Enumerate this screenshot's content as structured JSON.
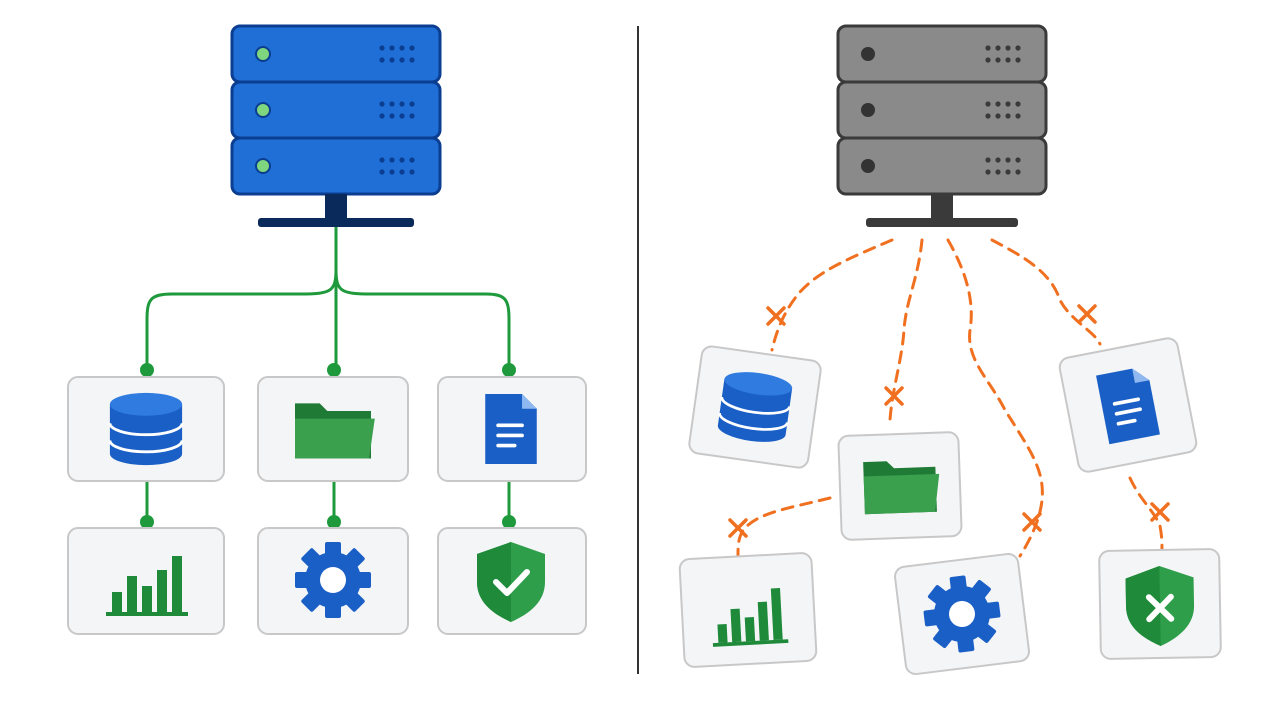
{
  "colors": {
    "background": "#ffffff",
    "server_blue": "#1f6fd6",
    "server_blue_dark": "#0b3d91",
    "server_gray": "#8a8a8a",
    "server_gray_dark": "#3a3a3a",
    "led_green": "#7ed67e",
    "connector_green": "#1e9a3c",
    "broken_orange": "#f07020",
    "card_fill": "#f4f5f7",
    "card_border": "#c8c8c8",
    "icon_blue": "#1a5fc6",
    "icon_green": "#2e9e4a",
    "divider": "#333333"
  },
  "left_panel": {
    "state": "connected",
    "server": {
      "icon": "server-icon",
      "units": 3,
      "status_lights": "on"
    },
    "top_row": [
      {
        "id": "database",
        "icon": "database-icon"
      },
      {
        "id": "folder",
        "icon": "folder-icon"
      },
      {
        "id": "document",
        "icon": "document-icon"
      }
    ],
    "bottom_row": [
      {
        "id": "chart",
        "icon": "bar-chart-icon"
      },
      {
        "id": "settings",
        "icon": "gear-icon"
      },
      {
        "id": "security",
        "icon": "shield-check-icon"
      }
    ]
  },
  "right_panel": {
    "state": "disconnected",
    "server": {
      "icon": "server-icon",
      "units": 3,
      "status_lights": "off"
    },
    "scattered_items": [
      {
        "id": "database",
        "icon": "database-icon"
      },
      {
        "id": "folder",
        "icon": "folder-icon"
      },
      {
        "id": "document",
        "icon": "document-icon"
      },
      {
        "id": "chart",
        "icon": "bar-chart-icon"
      },
      {
        "id": "settings",
        "icon": "gear-icon"
      },
      {
        "id": "security",
        "icon": "shield-x-icon"
      }
    ],
    "break_markers": 6
  }
}
